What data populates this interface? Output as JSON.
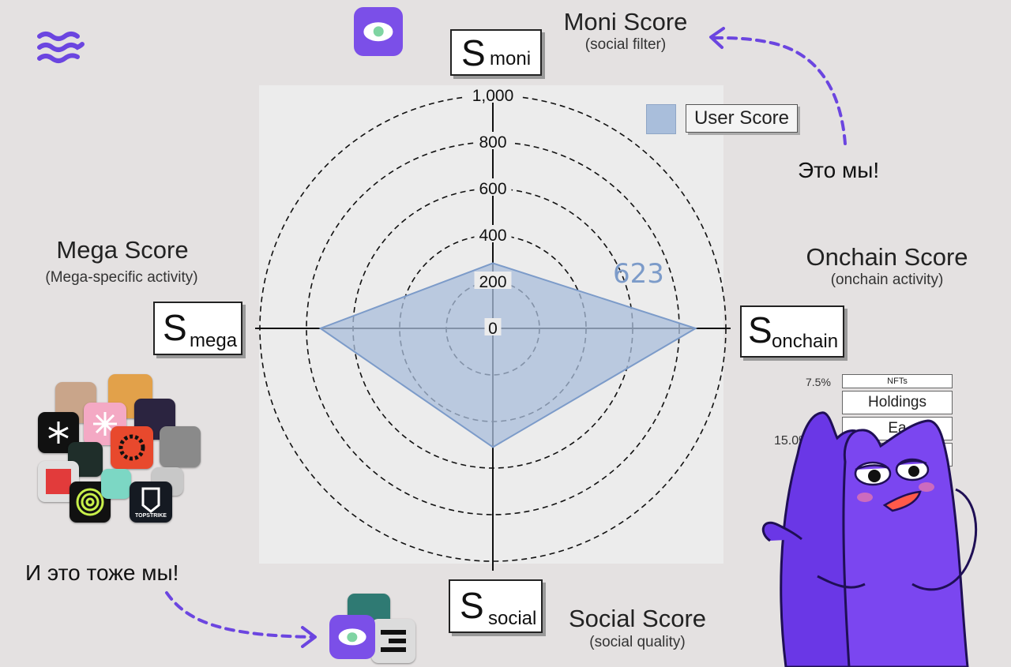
{
  "colors": {
    "accent": "#6b45e0",
    "fill": "#a9bedb",
    "stroke": "#7c9bc9",
    "background": "#e4e1e1"
  },
  "logo_icon": "wave-logo-icon",
  "chart_data": {
    "type": "radar",
    "rlim": [
      0,
      1000
    ],
    "rings": [
      200,
      400,
      600,
      800,
      1000
    ],
    "tick_labels": [
      "0",
      "200",
      "400",
      "600",
      "800",
      "1,000"
    ],
    "axes": [
      "moni",
      "onchain",
      "social",
      "mega"
    ],
    "series": [
      {
        "name": "User Score",
        "values": [
          280,
          870,
          510,
          740
        ]
      }
    ],
    "annotation": "623",
    "legend_placement": "top-right",
    "grid": true
  },
  "legend": {
    "label": "User Score"
  },
  "scores": {
    "moni": {
      "title": "Moni Score",
      "subtitle": "(social filter)",
      "symbol": "S",
      "subscript": "moni"
    },
    "onchain": {
      "title": "Onchain Score",
      "subtitle": "(onchain activity)",
      "symbol": "S",
      "subscript": "onchain"
    },
    "social": {
      "title": "Social Score",
      "subtitle": "(social quality)",
      "symbol": "S",
      "subscript": "social"
    },
    "mega": {
      "title": "Mega Score",
      "subtitle": "(Mega-specific activity)",
      "symbol": "S",
      "subscript": "mega"
    }
  },
  "notes": {
    "top_right": "Это мы!",
    "bottom_left": "И это тоже мы!"
  },
  "breakdown": {
    "pct_1": "7.5%",
    "pct_2": "15.0%",
    "row_1": "NFTs",
    "row_2": "Holdings",
    "row_3": "Ea"
  },
  "apps": {
    "topstrike_label": "TOPSTRIKE"
  }
}
